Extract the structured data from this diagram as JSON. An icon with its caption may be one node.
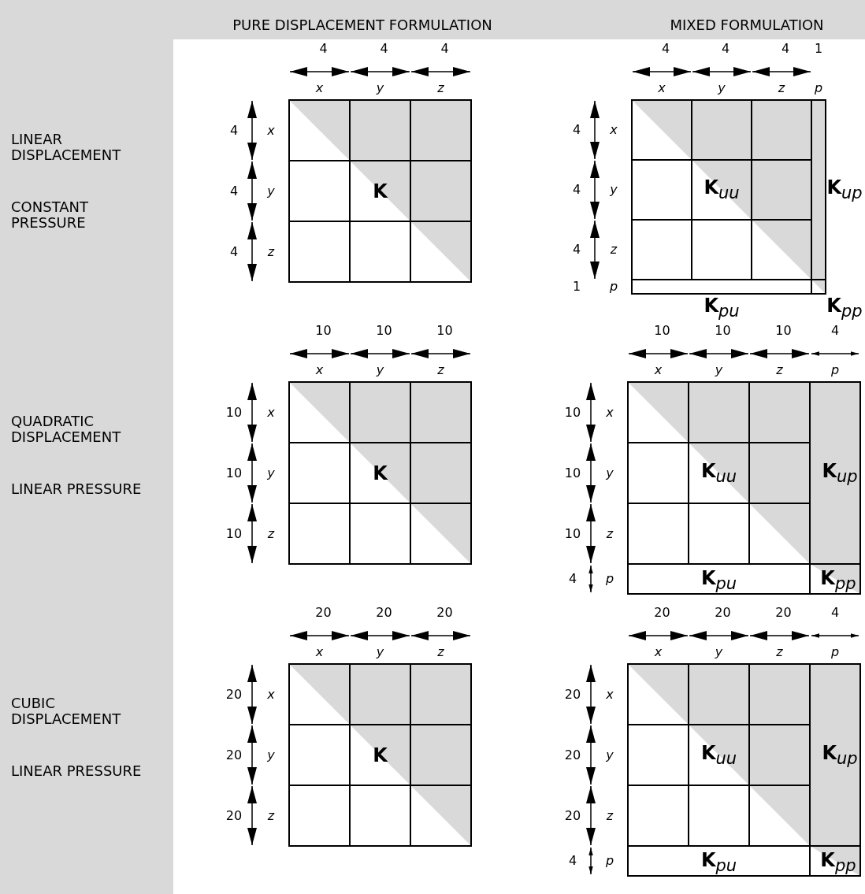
{
  "diagram": {
    "labels": [
      "PURE DISPLACEMENT FORMULATION",
      "MIXED FORMULATION",
      "LINEAR DISPLACEMENT",
      "CONSTANT PRESSURE",
      "4",
      "4",
      "4",
      "x",
      "y",
      "z",
      "4",
      "x",
      "4",
      "y",
      "4",
      "z",
      "K",
      "4",
      "4",
      "4",
      "1",
      "x",
      "y",
      "z",
      "p",
      "4",
      "x",
      "4",
      "y",
      "4",
      "z",
      "1",
      "p",
      "**K**$_{uu}$",
      "**K**$_{up}$",
      "**K**$_{pu}$",
      "**K**$_{pp}$",
      "QUADRATIC DISPLACEMENT",
      "LINEAR PRESSURE",
      "10",
      "10",
      "10",
      "x",
      "y",
      "z",
      "10",
      "x",
      "10",
      "y",
      "10",
      "z",
      "K",
      "10",
      "10",
      "10",
      "4",
      "x",
      "y",
      "z",
      "p",
      "10",
      "x",
      "10",
      "y",
      "10",
      "z",
      "4",
      "p",
      "**K**$_{uu}$",
      "**K**$_{up}$",
      "**K**$_{pu}$",
      "**K**$_{pp}$",
      "CUBIC DISPLACEMENT",
      "LINEAR PRESSURE",
      "20",
      "20",
      "20",
      "x",
      "y",
      "z",
      "20",
      "x",
      "20",
      "y",
      "20",
      "z",
      "K",
      "20",
      "20",
      "20",
      "4",
      "x",
      "y",
      "z",
      "p",
      "20",
      "x",
      "20",
      "y",
      "20",
      "z",
      "4",
      "p",
      "**K**$_{uu}$",
      "**K**$_{up}$",
      "**K**$_{pu}$",
      "**K**$_{pp}$"
    ]
  }
}
